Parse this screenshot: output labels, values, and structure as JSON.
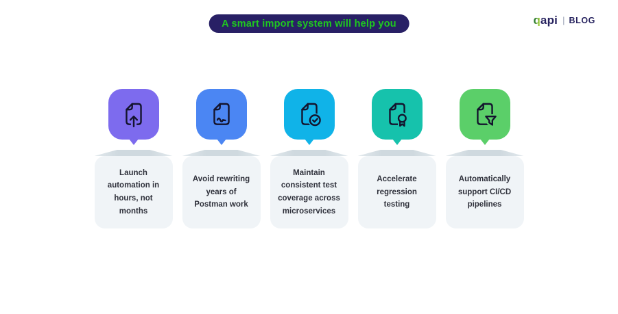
{
  "title": {
    "text": "A smart import system will help you"
  },
  "logo": {
    "q": "q",
    "rest": "api",
    "divider": "|",
    "suffix": "BLOG"
  },
  "colors": {
    "pill_bg": "#282065",
    "pill_text": "#1fc91f",
    "icon_stroke": "#14142e",
    "card_bg": "#f0f4f7",
    "card_text": "#30323c",
    "background": "#ffffff"
  },
  "cards": [
    {
      "icon": "document-upload-icon",
      "color": "#7d6bee",
      "text": "Launch\nautomation in\nhours, not\nmonths"
    },
    {
      "icon": "document-scribble-icon",
      "color": "#4b86f3",
      "text": "Avoid rewriting\nyears of\nPostman work"
    },
    {
      "icon": "document-check-icon",
      "color": "#10b3e8",
      "text": "Maintain\nconsistent test\ncoverage across\nmicroservices"
    },
    {
      "icon": "document-award-icon",
      "color": "#16c2ac",
      "text": "Accelerate\nregression\ntesting"
    },
    {
      "icon": "document-filter-icon",
      "color": "#5bcf69",
      "text": "Automatically\nsupport CI/CD\npipelines"
    }
  ]
}
